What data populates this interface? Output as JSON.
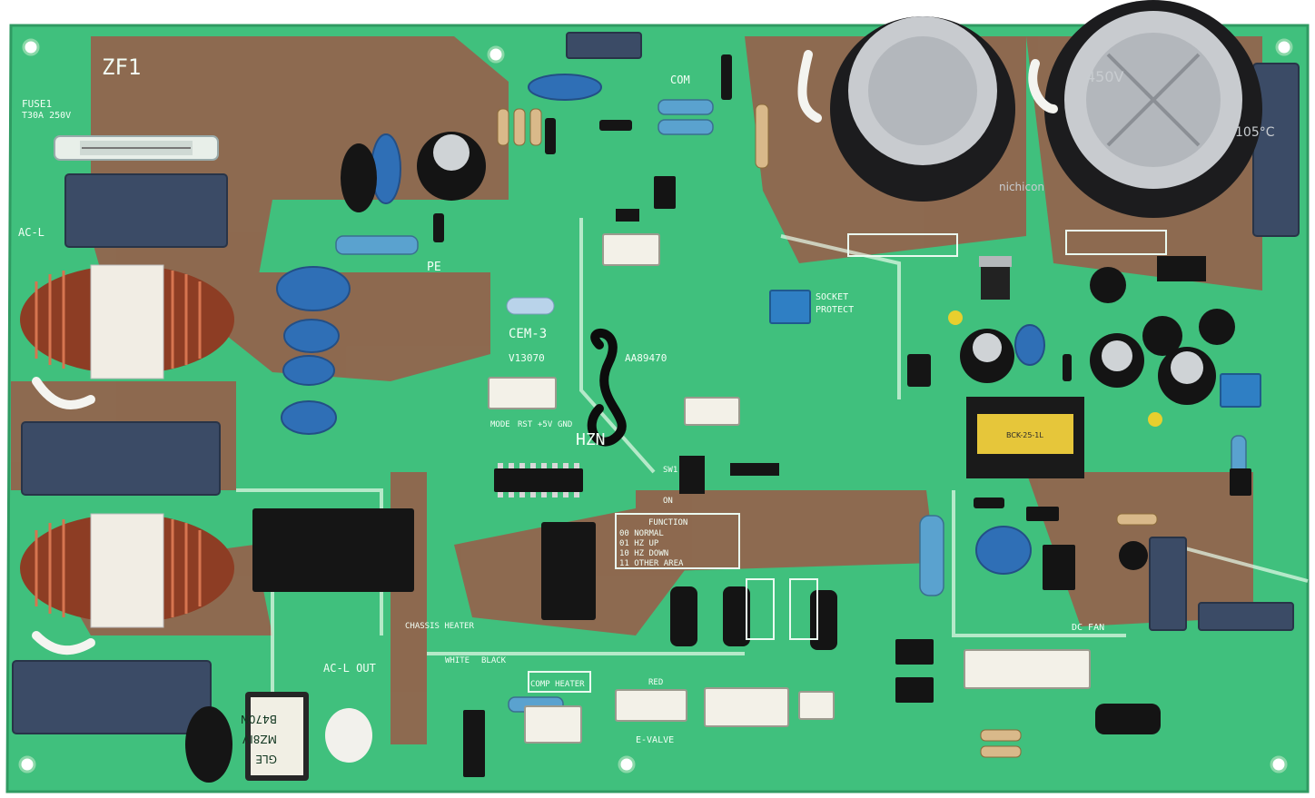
{
  "photo": {
    "subject": "printed circuit board",
    "board_color": "#3fbf7a",
    "trace_color": "#9a5a4a"
  },
  "silkscreen": {
    "board_id": "ZF1",
    "fuse": "FUSE1",
    "fuse_rating": "T30A 250V",
    "model": "CEM-3",
    "code": "V13070",
    "maker_mark": "HZN",
    "part_number": "AA89470",
    "ac_in": "AC-L",
    "ac_out": "AC-L OUT",
    "pe": "PE",
    "com": "COM",
    "fan": "DC FAN",
    "valve": "E-VALVE",
    "comp_heater": "COMP HEATER",
    "chassis_heater": "CHASSIS HEATER",
    "white": "WHITE",
    "black": "BLACK",
    "red": "RED",
    "socket": "SOCKET",
    "protect": "PROTECT",
    "mode": "MODE",
    "rst": "RST",
    "plus5v": "+5V",
    "gnd": "GND",
    "sw1": "SW1",
    "on": "ON",
    "func_title": "FUNCTION",
    "func_rows": [
      "00  NORMAL",
      "01  HZ UP",
      "10  HZ DOWN",
      "11  OTHER AREA"
    ],
    "choke_text_1": "GLE",
    "choke_text_2": "MZ8IV",
    "choke_text_3": "B470N",
    "cap_brand": "nichicon",
    "cap_rating": "450V",
    "cap_temp": "105°C",
    "xfmr_text": "BCK-25-1L"
  }
}
